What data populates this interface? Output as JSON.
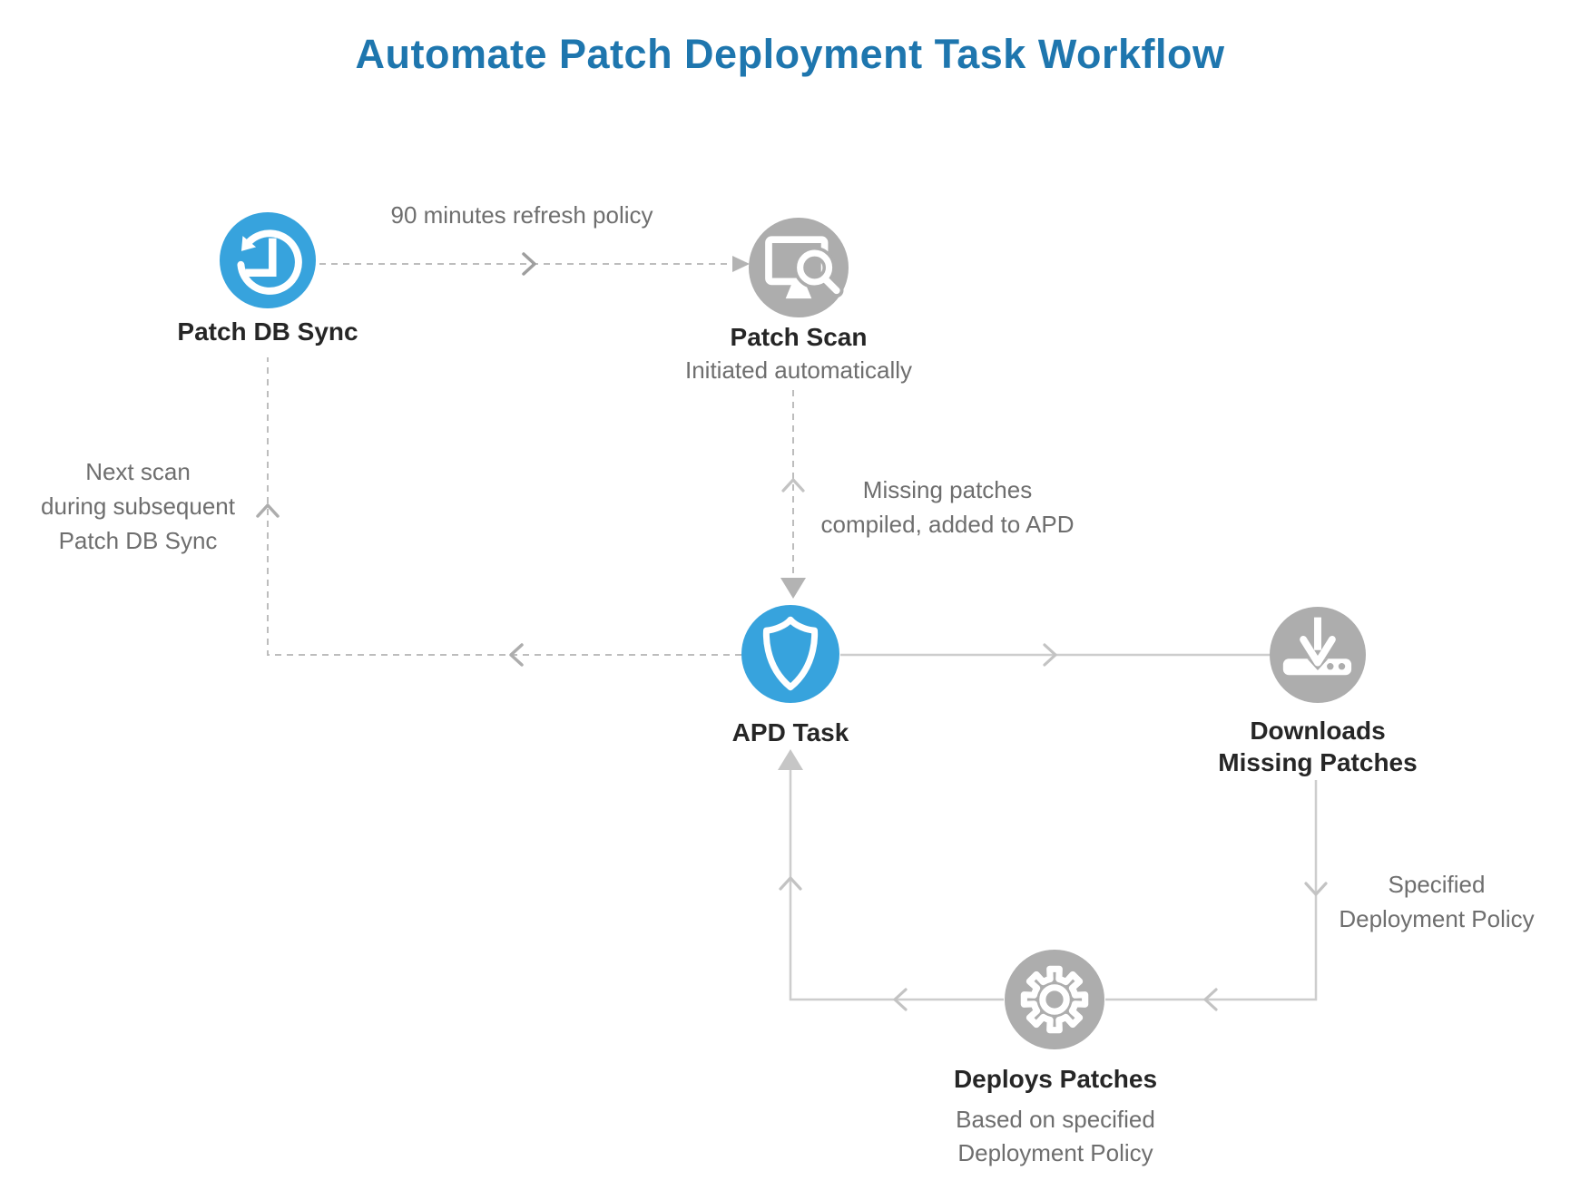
{
  "title": "Automate Patch Deployment Task Workflow",
  "nodes": {
    "patch_db_sync": {
      "label": "Patch DB Sync",
      "icon": "history-sync-icon",
      "color": "#37A3DD"
    },
    "patch_scan": {
      "label": "Patch Scan",
      "subtitle": "Initiated automatically",
      "icon": "monitor-search-icon",
      "color": "#ADADAD"
    },
    "apd_task": {
      "label": "APD Task",
      "icon": "shield-icon",
      "color": "#37A3DD"
    },
    "downloads": {
      "label": [
        "Downloads",
        "Missing Patches"
      ],
      "icon": "download-icon",
      "color": "#ADADAD"
    },
    "deploys_patches": {
      "label": "Deploys Patches",
      "subtitle": [
        "Based on specified",
        "Deployment Policy"
      ],
      "icon": "gear-icon",
      "color": "#ADADAD"
    }
  },
  "edge_labels": {
    "refresh_policy": "90 minutes refresh policy",
    "missing_patches": [
      "Missing patches",
      "compiled, added to APD"
    ],
    "next_scan": [
      "Next scan",
      "during subsequent",
      "Patch DB Sync"
    ],
    "deployment_policy": [
      "Specified",
      "Deployment Policy"
    ]
  },
  "colors": {
    "title_blue": "#1E76AE",
    "node_blue": "#37A3DD",
    "node_gray": "#ADADAD",
    "solid_line": "#CDCDCD",
    "dashed_line": "#BDBDBD",
    "text_dark": "#262626",
    "text_gray": "#6E6E6E",
    "background": "#FFFFFF"
  }
}
